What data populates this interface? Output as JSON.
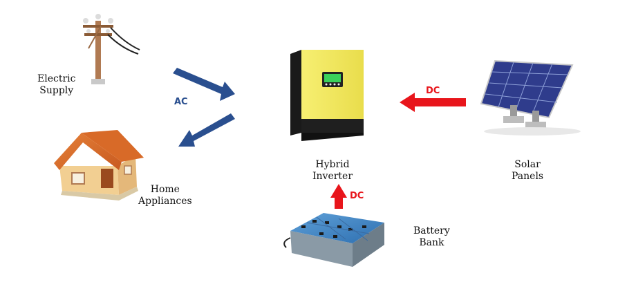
{
  "labels": {
    "electric_supply": [
      "Electric",
      "Supply"
    ],
    "home_appliances": [
      "Home",
      "Appliances"
    ],
    "hybrid_inverter": [
      "Hybrid",
      "Inverter"
    ],
    "solar_panels": [
      "Solar",
      "Panels"
    ],
    "battery_bank": [
      "Battery",
      "Bank"
    ]
  },
  "flows": {
    "ac": "AC",
    "dc_solar": "DC",
    "dc_battery": "DC"
  },
  "colors": {
    "ac_arrow": "#2a4f8f",
    "dc_arrow": "#e8151b",
    "inverter_body": "#f4ea5e",
    "roof": "#d8692a",
    "panel": "#2f3c8c"
  }
}
